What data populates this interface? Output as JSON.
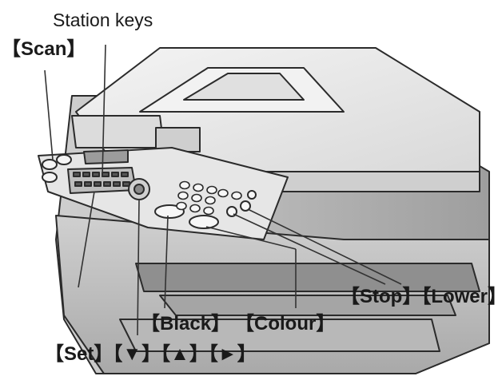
{
  "labels": {
    "station_keys": "Station keys",
    "scan": "【Scan】",
    "stop_lower": "【Stop】【Lower】",
    "black": "【Black】",
    "colour": "【Colour】",
    "set_arrows": "【Set】【▼】【▲】【►】"
  },
  "colors": {
    "outline": "#2b2b2b",
    "body": "#ececec",
    "body_dark": "#bdbdbd",
    "panel": "#e2e2e2",
    "leader": "#333333"
  }
}
